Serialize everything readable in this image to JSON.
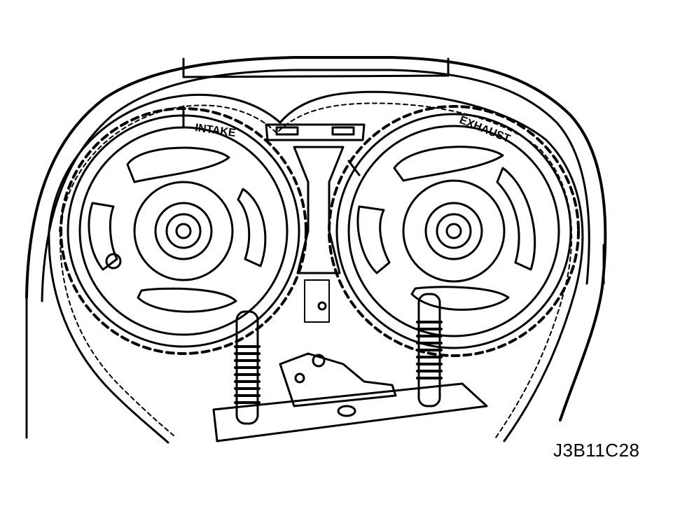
{
  "labels": {
    "intake": "INTAKE",
    "exhaust": "EXHAUST"
  },
  "figure_code": "J3B11C28",
  "colors": {
    "ink": "#000000",
    "paper": "#ffffff"
  }
}
